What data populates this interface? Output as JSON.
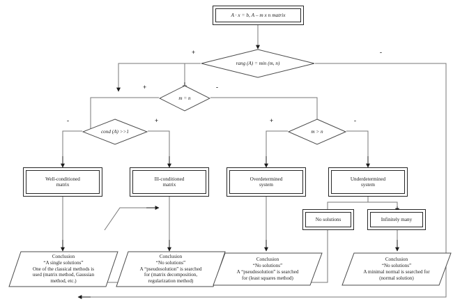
{
  "diagram": {
    "title": "Linear system solution decision flowchart",
    "line_color": "#262626",
    "text_color": "#1a1a1a",
    "background": "#ffffff"
  },
  "nodes": {
    "start": {
      "label": "A · x = b, A – m x n matrix"
    },
    "d_rank": {
      "label": "rang (A) = min (m, n)"
    },
    "d_square": {
      "label": "m = n"
    },
    "d_cond": {
      "label": "cond (A) >>1"
    },
    "d_mgtn": {
      "label": "m > n"
    },
    "well": {
      "label": "Well-conditioned\nmatrix"
    },
    "ill": {
      "label": "Ill-conditioned\nmatrix"
    },
    "over": {
      "label": "Overdetermined\nsystem"
    },
    "under": {
      "label": "Underdetermined\nsystem"
    },
    "nosol": {
      "label": "No solutions"
    },
    "infmany": {
      "label": "Infinitely many"
    },
    "c1": {
      "label": "Conclusion\n“A single solutions”\nOne of the classical methods is\nused (matrix method, Gaussian\nmethod, etc.)"
    },
    "c2": {
      "label": "Conclusion\n“No solutions”\nA “pseudosolution” is searched\nfor (matrix decomposition,\nregularization method)"
    },
    "c3": {
      "label": "Conclusion\n“No solutions”\nA “pseudosolution” is searched\nfor (least squares method)"
    },
    "c4": {
      "label": "Conclusion\n“No solutions”\nA minimal normal is searched for\n(normal solution)"
    }
  },
  "edge_labels": {
    "rank_plus": "+",
    "rank_minus": "-",
    "square_plus": "+",
    "square_minus": "-",
    "cond_minus": "-",
    "cond_plus": "+",
    "mgtn_plus": "+",
    "mgtn_minus": "-"
  }
}
